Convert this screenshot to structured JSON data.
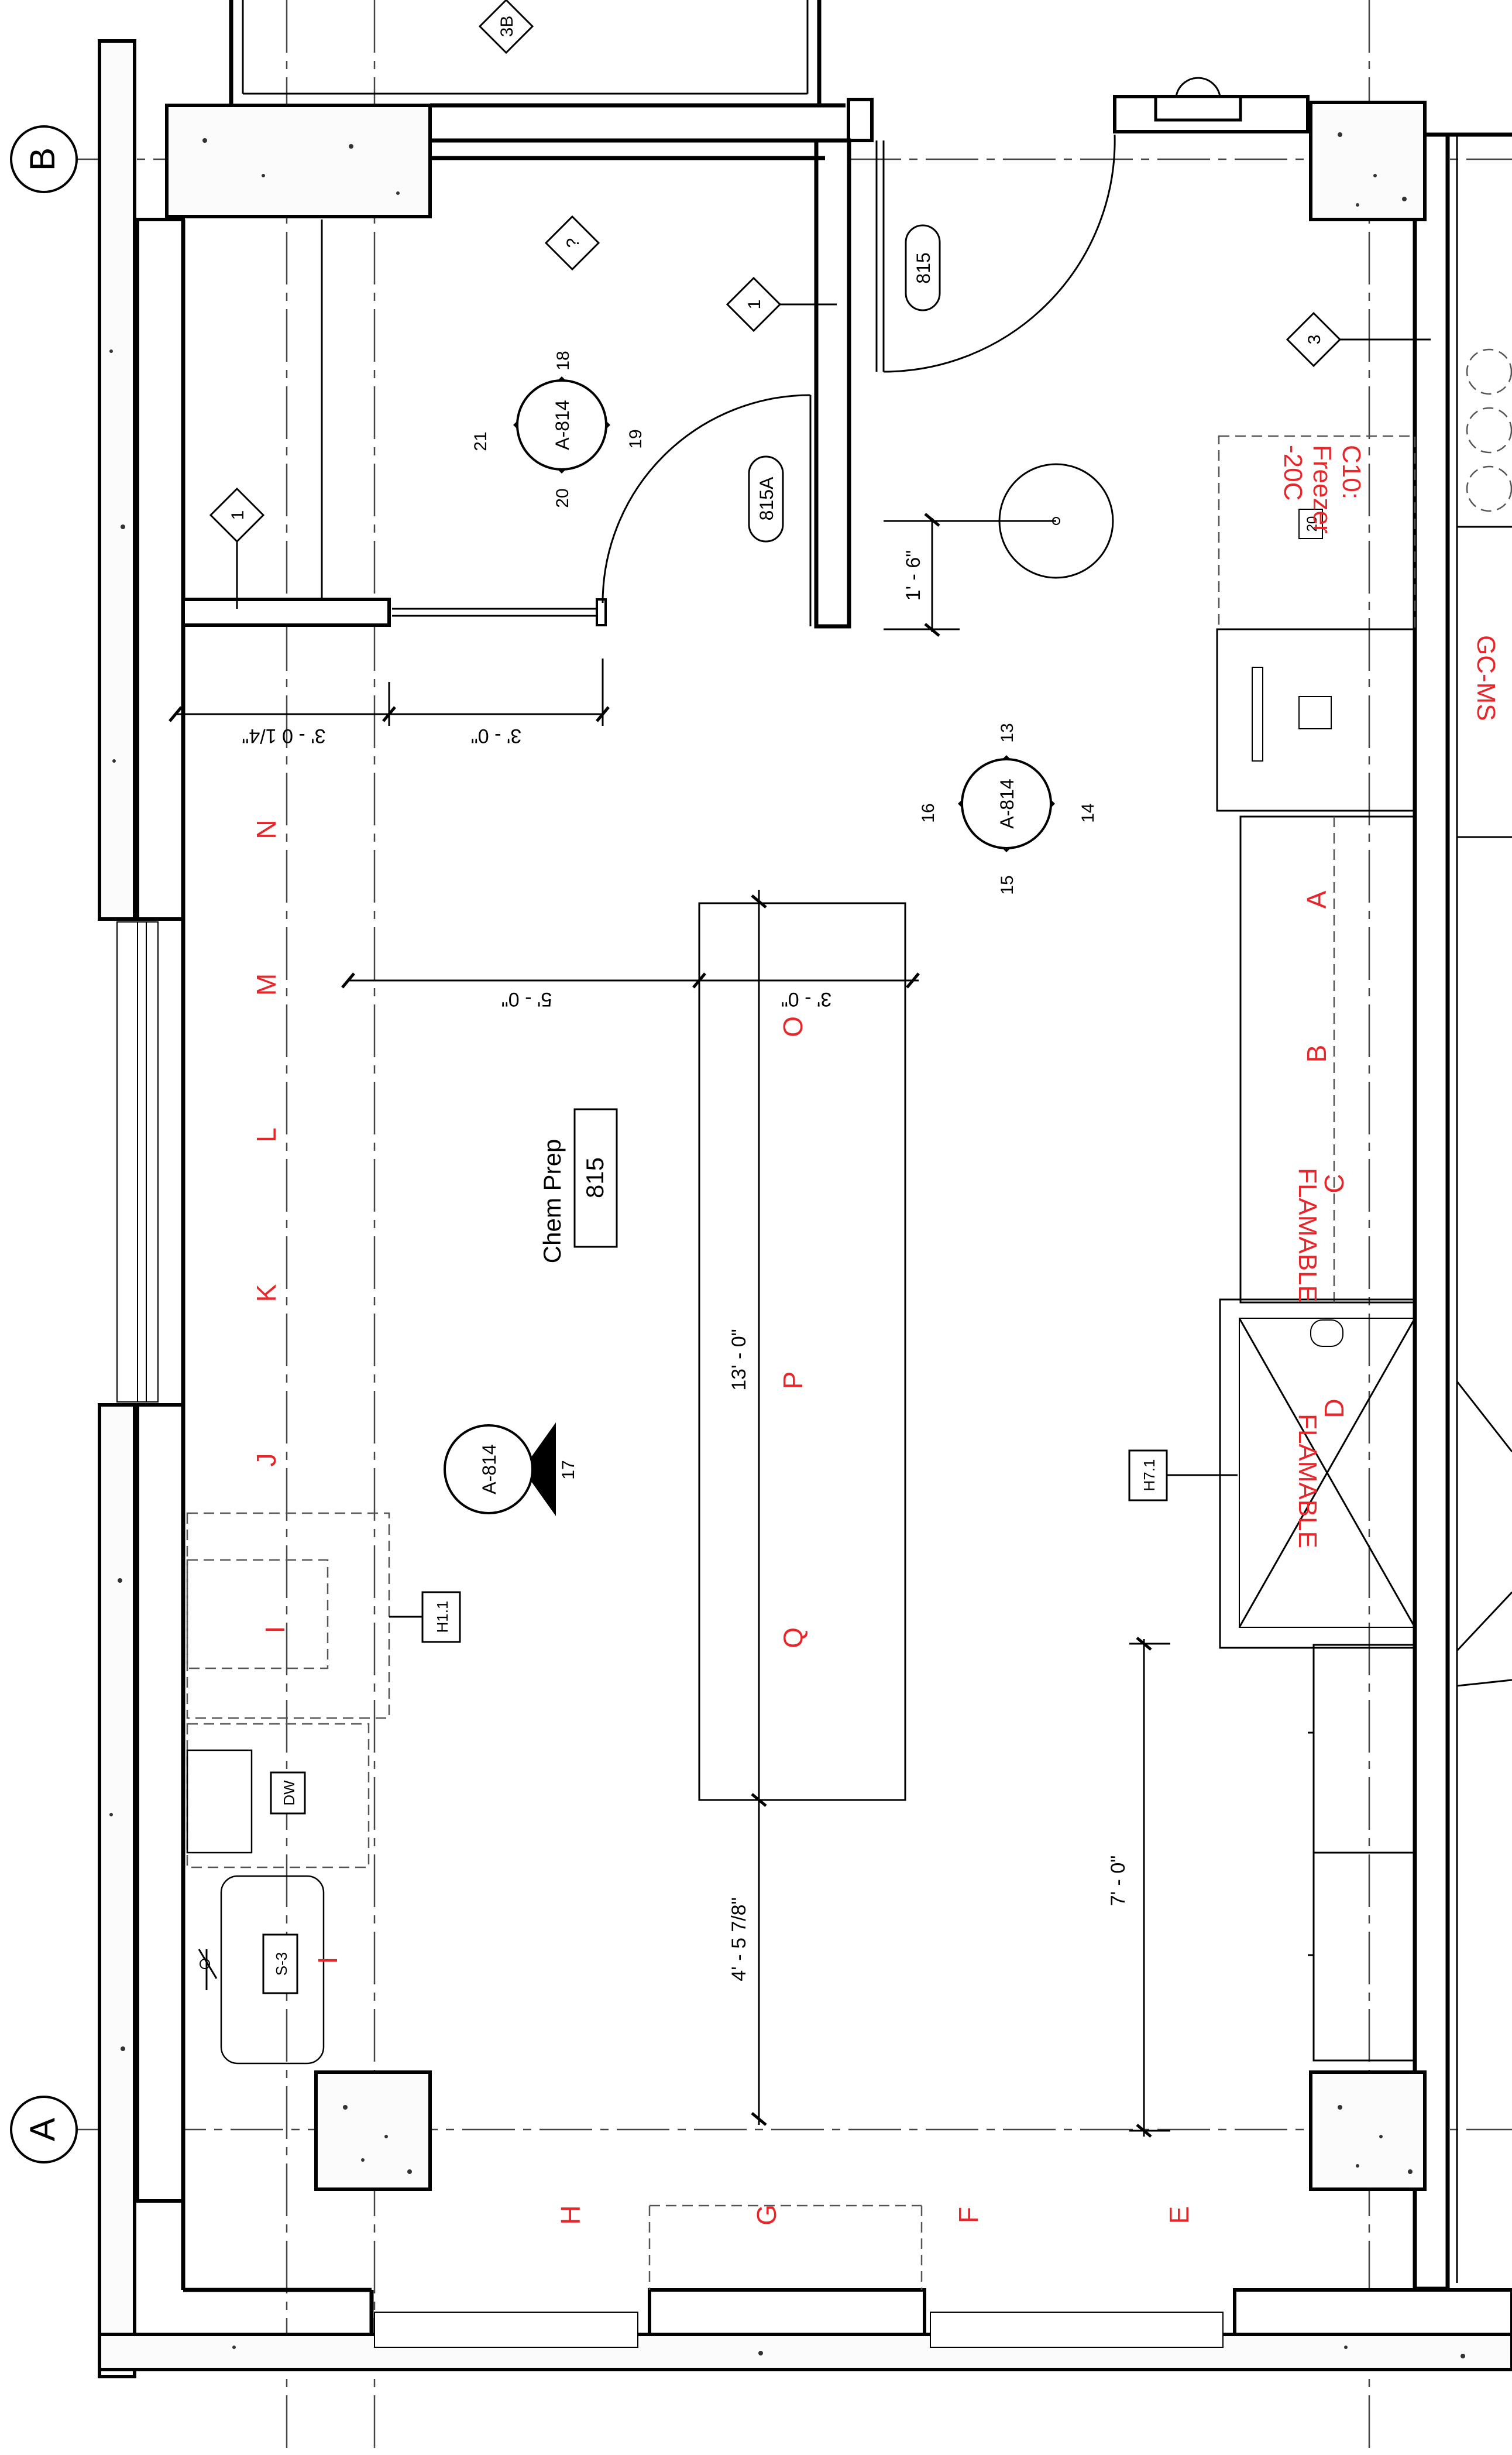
{
  "grid_lines": {
    "b": "B",
    "a": "A"
  },
  "room": {
    "name": "Chem Prep",
    "number": "815"
  },
  "door_tags": {
    "d815": "815",
    "d815a": "815A"
  },
  "sheet_refs": {
    "ref3b": "3B",
    "ref1_top": "1",
    "ref1_left": "1",
    "ref3": "3",
    "ref_unknown": "?"
  },
  "elevation_markers": {
    "upper": {
      "sheet": "A-814",
      "n1": "18",
      "n2": "19",
      "n3": "20",
      "n4": "21"
    },
    "center": {
      "sheet": "A-814",
      "n1": "13",
      "n2": "14",
      "n3": "15",
      "n4": "16"
    },
    "single": {
      "sheet": "A-814",
      "n": "17"
    }
  },
  "dimensions": {
    "d_3_0_1_4": "3' - 0 1/4\"",
    "d_3_0": "3' - 0\"",
    "d_5_0": "5' - 0\"",
    "d_3_0_b": "3' - 0\"",
    "d_13_0": "13' - 0\"",
    "d_4_5_7_8": "4' - 5 7/8\"",
    "d_7_0": "7' - 0\"",
    "d_1_6": "1' - 6\""
  },
  "zone_letters": {
    "n": "N",
    "m": "M",
    "l": "L",
    "k": "K",
    "j": "J",
    "i1": "I",
    "i2": "I",
    "o": "O",
    "p": "P",
    "q": "Q",
    "a": "A",
    "b": "B",
    "c": "C",
    "d": "D",
    "e": "E",
    "f": "F",
    "g": "G",
    "h": "H"
  },
  "equipment_labels": {
    "flamable_c": "FLAMABLE",
    "flamable_d": "FLAMABLE",
    "c10_line1": "C10:",
    "c10_line2": "Freezer",
    "c10_line3": "-20C",
    "gcms": "GC-MS"
  },
  "fixture_tags": {
    "h1_1": "H1.1",
    "h7_1": "H7.1",
    "dw": "DW",
    "s3": "S-3",
    "tag20": "20"
  },
  "colors": {
    "annotation_red": "#e8262a",
    "ink": "#000000"
  }
}
